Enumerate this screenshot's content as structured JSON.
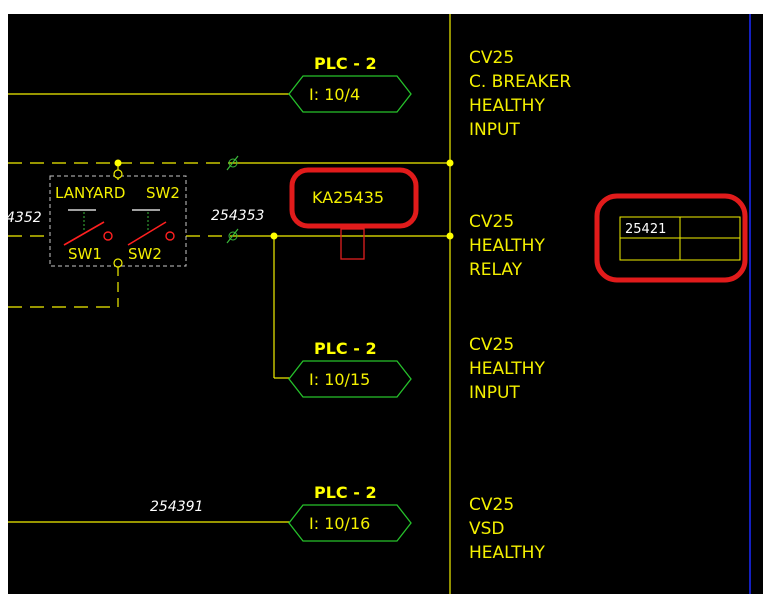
{
  "colors": {
    "background": "#000000",
    "wire": "#f2f000",
    "plc_box": "#26c12b",
    "plc_label": "#ffff00",
    "text": "#f4f000",
    "wire_label": "#ffffff",
    "switch_contact": "#ff2020",
    "relay_coil": "#e02020",
    "annotation_highlight": "#e11b1b",
    "border_blue": "#1a2aff",
    "dashed_box": "#c8c8c8",
    "node_dot": "#ffff00",
    "cable_mark": "#3ab83a"
  },
  "plc_blocks": [
    {
      "title": "PLC - 2",
      "address": "I: 10/4"
    },
    {
      "title": "PLC - 2",
      "address": "I: 10/15"
    },
    {
      "title": "PLC - 2",
      "address": "I: 10/16"
    }
  ],
  "descriptions": [
    {
      "lines": [
        "CV25",
        "C. BREAKER",
        "HEALTHY",
        "INPUT"
      ]
    },
    {
      "lines": [
        "CV25",
        "HEALTHY",
        "RELAY"
      ]
    },
    {
      "lines": [
        "CV25",
        "HEALTHY",
        "INPUT"
      ]
    },
    {
      "lines": [
        "CV25",
        "VSD",
        "HEALTHY"
      ]
    }
  ],
  "wire_numbers": {
    "left": "4352",
    "middle": "254353",
    "bottom": "254391"
  },
  "switch_box": {
    "top_label_left": "LANYARD",
    "top_label_right": "SW2",
    "bottom_label_left": "SW1",
    "bottom_label_right": "SW2"
  },
  "relay": {
    "tag": "KA25435"
  },
  "cross_reference": {
    "value": "25421"
  }
}
